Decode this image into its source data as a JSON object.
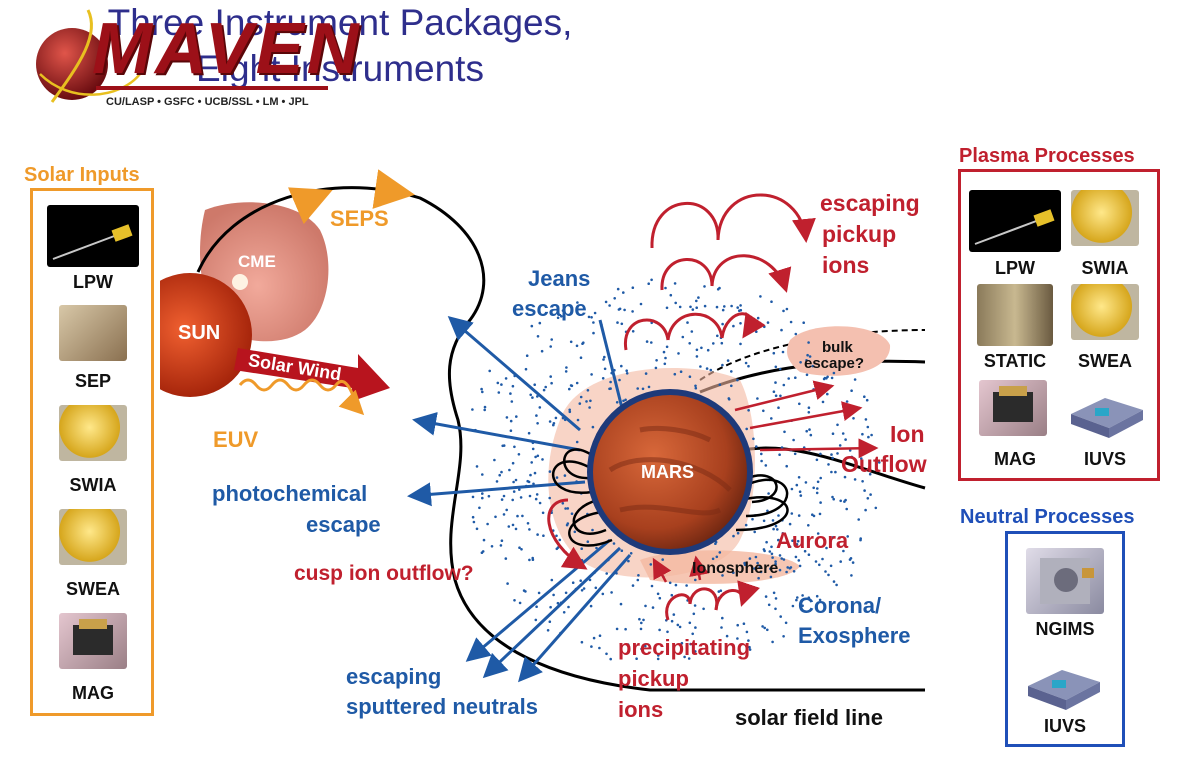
{
  "logo": {
    "word": "MAVEN",
    "partners": "CU/LASP • GSFC • UCB/SSL • LM • JPL"
  },
  "title": {
    "line1": "Three Instrument Packages,",
    "line2": "Eight Instruments"
  },
  "panels": {
    "solar": {
      "title": "Solar Inputs",
      "color": "#ef9a2a",
      "items": [
        "LPW",
        "SEP",
        "SWIA",
        "SWEA",
        "MAG"
      ]
    },
    "plasma": {
      "title": "Plasma Processes",
      "color": "#c0202e",
      "items": [
        "LPW",
        "SWIA",
        "STATIC",
        "SWEA",
        "MAG",
        "IUVS"
      ]
    },
    "neutral": {
      "title": "Neutral Processes",
      "color": "#1f4fb8",
      "items": [
        "NGIMS",
        "IUVS"
      ]
    }
  },
  "diagram": {
    "sun": "SUN",
    "cme": "CME",
    "seps": "SEPS",
    "solar_wind": "Solar Wind",
    "euv": "EUV",
    "mars": "MARS",
    "jeans1": "Jeans",
    "jeans2": "escape",
    "escaping_pickup1": "escaping",
    "escaping_pickup2": "pickup",
    "escaping_pickup3": "ions",
    "bulk1": "bulk",
    "bulk2": "escape?",
    "ion1": "Ion",
    "ion2": "Outflow",
    "photo1": "photochemical",
    "photo2": "escape",
    "cusp": "cusp ion outflow?",
    "aurora": "Aurora",
    "ionosphere": "Ionosphere",
    "corona1": "Corona/",
    "corona2": "Exosphere",
    "precip1": "precipitating",
    "precip2": "pickup",
    "precip3": "ions",
    "sputter1": "escaping",
    "sputter2": "sputtered neutrals",
    "field_line": "solar field line"
  },
  "colors": {
    "red": "#c0202e",
    "blue": "#1f5aa6",
    "orange": "#ef9a2a",
    "title": "#2e2e8c",
    "mars": "#b8461e",
    "sun": "#d0451a"
  }
}
